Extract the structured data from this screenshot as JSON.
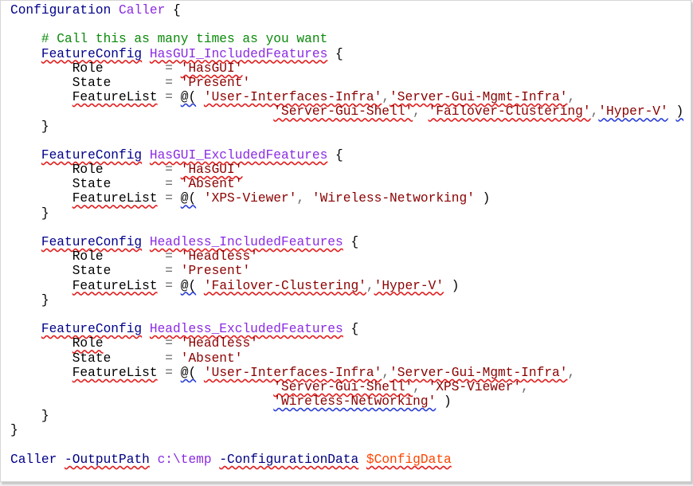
{
  "code": {
    "keyword_configuration": "Configuration",
    "config_name": "Caller",
    "comment": "# Call this as many times as you want",
    "resource": "FeatureConfig",
    "prop_role": "Role",
    "prop_state": "State",
    "prop_featurelist": "FeatureList",
    "eq": "=",
    "array_open": "@(",
    "blocks": [
      {
        "name": "HasGUI_IncludedFeatures",
        "role": "'HasGUI'",
        "state": "'Present'",
        "features": [
          "'User-Interfaces-Infra'",
          "'Server-Gui-Mgmt-Infra'",
          "'Server-Gui-Shell'",
          "'Failover-Clustering'",
          "'Hyper-V'"
        ]
      },
      {
        "name": "HasGUI_ExcludedFeatures",
        "role": "'HasGUI'",
        "state": "'Absent'",
        "features": [
          "'XPS-Viewer'",
          "'Wireless-Networking'"
        ]
      },
      {
        "name": "Headless_IncludedFeatures",
        "role": "'Headless'",
        "state": "'Present'",
        "features": [
          "'Failover-Clustering'",
          "'Hyper-V'"
        ]
      },
      {
        "name": "Headless_ExcludedFeatures",
        "role": "'Headless'",
        "state": "'Absent'",
        "features": [
          "'User-Interfaces-Infra'",
          "'Server-Gui-Mgmt-Infra'",
          "'Server-Gui-Shell'",
          "'XPS-Viewer'",
          "'Wireless-Networking'"
        ]
      }
    ],
    "call": {
      "command": "Caller",
      "param1": "-OutputPath",
      "value1": "c:\\temp",
      "param2": "-ConfigurationData",
      "value2": "$ConfigData"
    }
  },
  "colors": {
    "keyword": "#00008b",
    "function_name": "#8a2be2",
    "comment": "#0a8a0a",
    "string": "#8b0000",
    "variable": "#ff4500",
    "spell_squiggle": "#e21d1d",
    "grammar_squiggle": "#2b3fd6"
  }
}
